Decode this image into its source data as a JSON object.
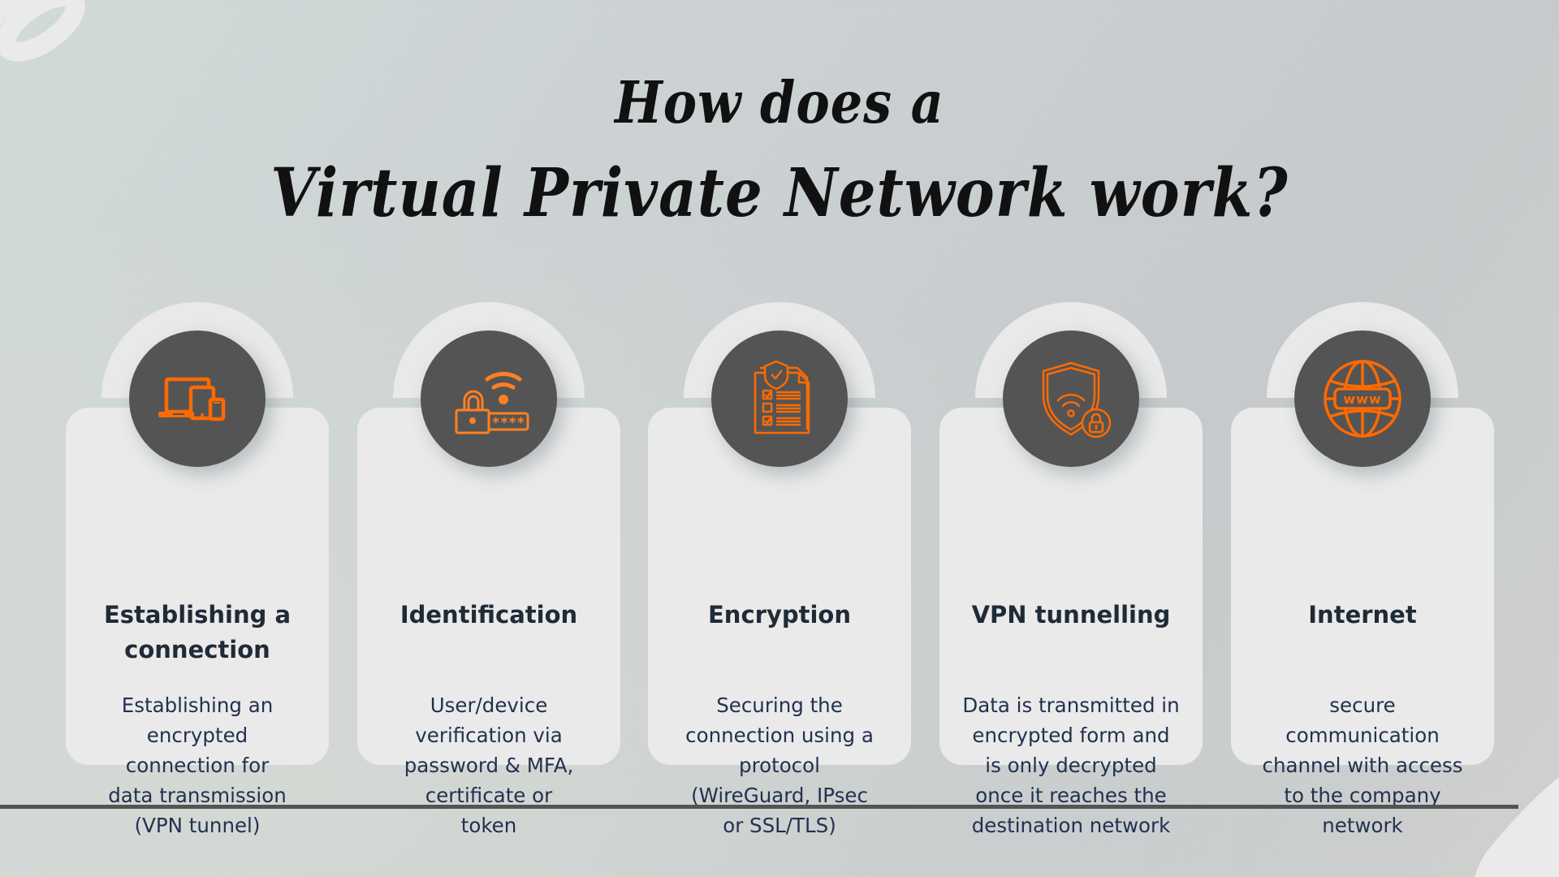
{
  "title": {
    "line1": "How does a",
    "line2": "Virtual Private Network work?"
  },
  "colors": {
    "accent": "#ff6a00",
    "icon_circle": "#545454",
    "card_bg": "#eaeaea",
    "heading_text": "#1f2b37",
    "body_text": "#223150",
    "divider": "#545454"
  },
  "steps": [
    {
      "icon": "devices-icon",
      "title": "Establishing a connection",
      "description": "Establishing an\nencrypted\nconnection for\ndata transmission\n(VPN tunnel)"
    },
    {
      "icon": "lock-wifi-password-icon",
      "title": "Identification",
      "description": "User/device\nverification via\npassword & MFA,\ncertificate or\ntoken"
    },
    {
      "icon": "shield-checklist-icon",
      "title": "Encryption",
      "description": "Securing the\nconnection using a\nprotocol\n(WireGuard, IPsec\nor SSL/TLS)"
    },
    {
      "icon": "shield-wifi-lock-icon",
      "title": "VPN tunnelling",
      "description": "Data is transmitted in\nencrypted form and\nis only decrypted\nonce it reaches the\ndestination network"
    },
    {
      "icon": "globe-www-icon",
      "title": "Internet",
      "description": "secure\ncommunication\nchannel with access\nto the company\nnetwork"
    }
  ],
  "www_label": "www",
  "password_mask": "****"
}
